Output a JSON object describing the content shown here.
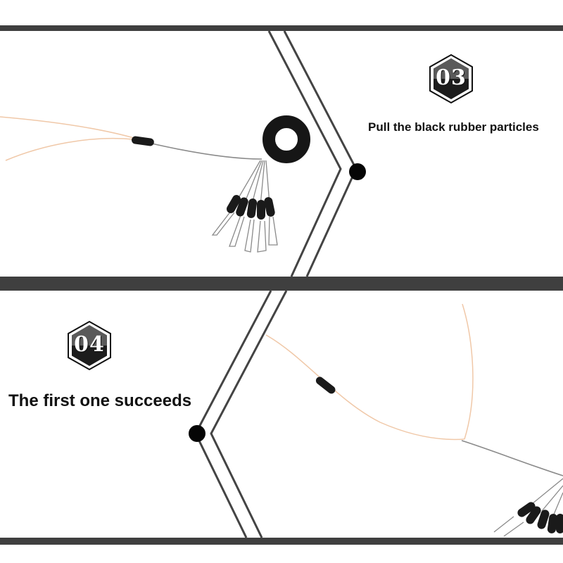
{
  "steps": [
    {
      "number": "03",
      "caption": "Pull the black rubber particles"
    },
    {
      "number": "04",
      "caption": "The first one succeeds"
    }
  ],
  "colors": {
    "bar": "#3f3f3f",
    "line": "#f0c8a8",
    "rubber": "#1a1a1a",
    "wire": "#8a8a8a"
  }
}
